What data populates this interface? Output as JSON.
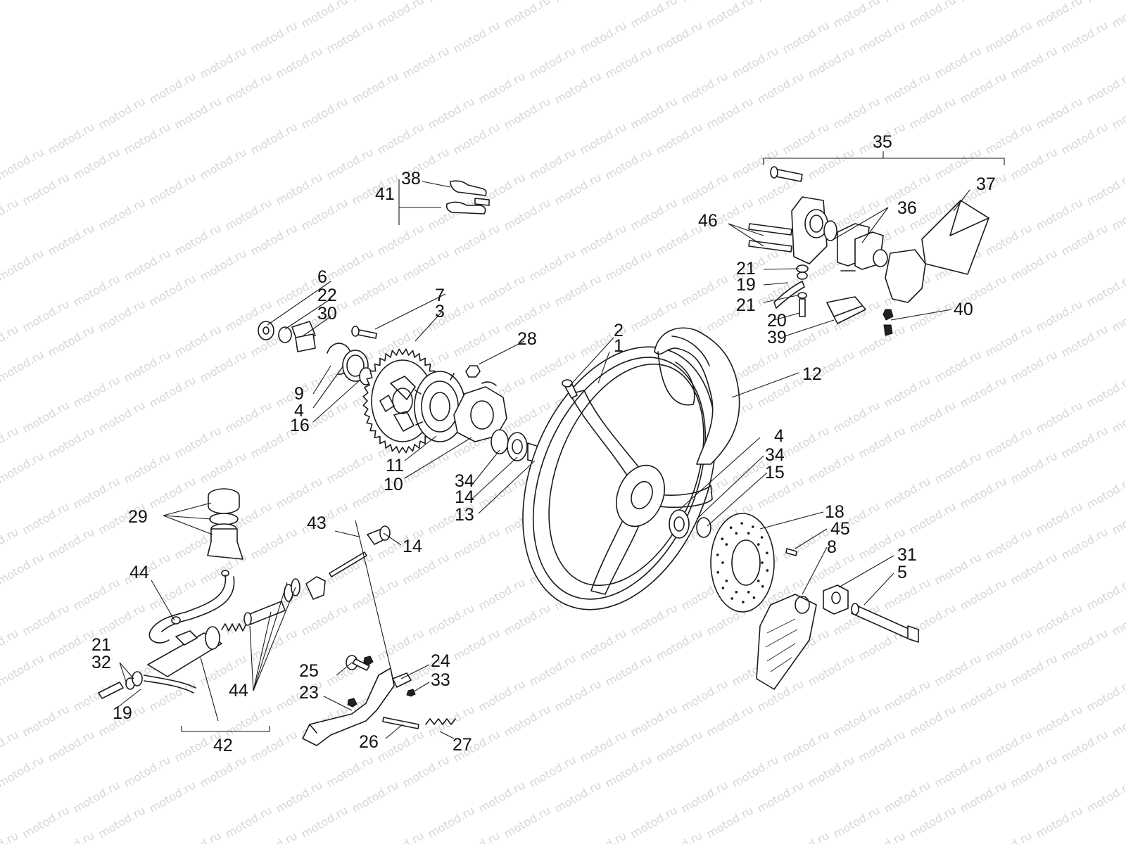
{
  "watermark": {
    "text": "motod.ru",
    "color": "#d6d6d6"
  },
  "callouts": [
    {
      "id": "35",
      "text": "35"
    },
    {
      "id": "37",
      "text": "37"
    },
    {
      "id": "36",
      "text": "36"
    },
    {
      "id": "46",
      "text": "46"
    },
    {
      "id": "21a",
      "text": "21"
    },
    {
      "id": "19a",
      "text": "19"
    },
    {
      "id": "21b",
      "text": "21"
    },
    {
      "id": "20",
      "text": "20"
    },
    {
      "id": "39",
      "text": "39"
    },
    {
      "id": "40",
      "text": "40"
    },
    {
      "id": "38",
      "text": "38"
    },
    {
      "id": "41",
      "text": "41"
    },
    {
      "id": "6",
      "text": "6"
    },
    {
      "id": "22",
      "text": "22"
    },
    {
      "id": "30",
      "text": "30"
    },
    {
      "id": "7",
      "text": "7"
    },
    {
      "id": "3",
      "text": "3"
    },
    {
      "id": "28",
      "text": "28"
    },
    {
      "id": "9",
      "text": "9"
    },
    {
      "id": "4a",
      "text": "4"
    },
    {
      "id": "16",
      "text": "16"
    },
    {
      "id": "2",
      "text": "2"
    },
    {
      "id": "1",
      "text": "1"
    },
    {
      "id": "12",
      "text": "12"
    },
    {
      "id": "11",
      "text": "11"
    },
    {
      "id": "10",
      "text": "10"
    },
    {
      "id": "34a",
      "text": "34"
    },
    {
      "id": "14a",
      "text": "14"
    },
    {
      "id": "13",
      "text": "13"
    },
    {
      "id": "4b",
      "text": "4"
    },
    {
      "id": "34b",
      "text": "34"
    },
    {
      "id": "15",
      "text": "15"
    },
    {
      "id": "18",
      "text": "18"
    },
    {
      "id": "45",
      "text": "45"
    },
    {
      "id": "8",
      "text": "8"
    },
    {
      "id": "31",
      "text": "31"
    },
    {
      "id": "5",
      "text": "5"
    },
    {
      "id": "29",
      "text": "29"
    },
    {
      "id": "43",
      "text": "43"
    },
    {
      "id": "14b",
      "text": "14"
    },
    {
      "id": "44a",
      "text": "44"
    },
    {
      "id": "21c",
      "text": "21"
    },
    {
      "id": "32",
      "text": "32"
    },
    {
      "id": "19b",
      "text": "19"
    },
    {
      "id": "44b",
      "text": "44"
    },
    {
      "id": "42",
      "text": "42"
    },
    {
      "id": "25",
      "text": "25"
    },
    {
      "id": "24",
      "text": "24"
    },
    {
      "id": "33",
      "text": "33"
    },
    {
      "id": "23",
      "text": "23"
    },
    {
      "id": "26",
      "text": "26"
    },
    {
      "id": "27",
      "text": "27"
    }
  ]
}
